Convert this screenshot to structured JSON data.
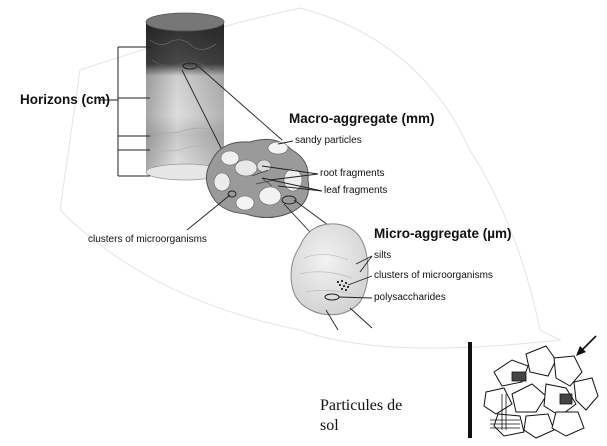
{
  "labels": {
    "horizons": "Horizons (cm)",
    "macro_heading": "Macro-aggregate (mm)",
    "sandy_particles": "sandy particles",
    "root_fragments": "root fragments",
    "leaf_fragments": "leaf fragments",
    "clusters_macro": "clusters of microorganisms",
    "micro_heading": "Micro-aggregate (µm)",
    "silts": "silts",
    "clusters_micro": "clusters of microorganisms",
    "polysaccharides": "polysaccharides",
    "particules_line1": "Particules de",
    "particules_line2": "sol"
  },
  "colors": {
    "line": "#222222",
    "core_dark": "#3a3a3a",
    "core_light": "#d8d8d8",
    "macro_fill": "#9a9a9a",
    "micro_fill": "#e6e6e6"
  }
}
